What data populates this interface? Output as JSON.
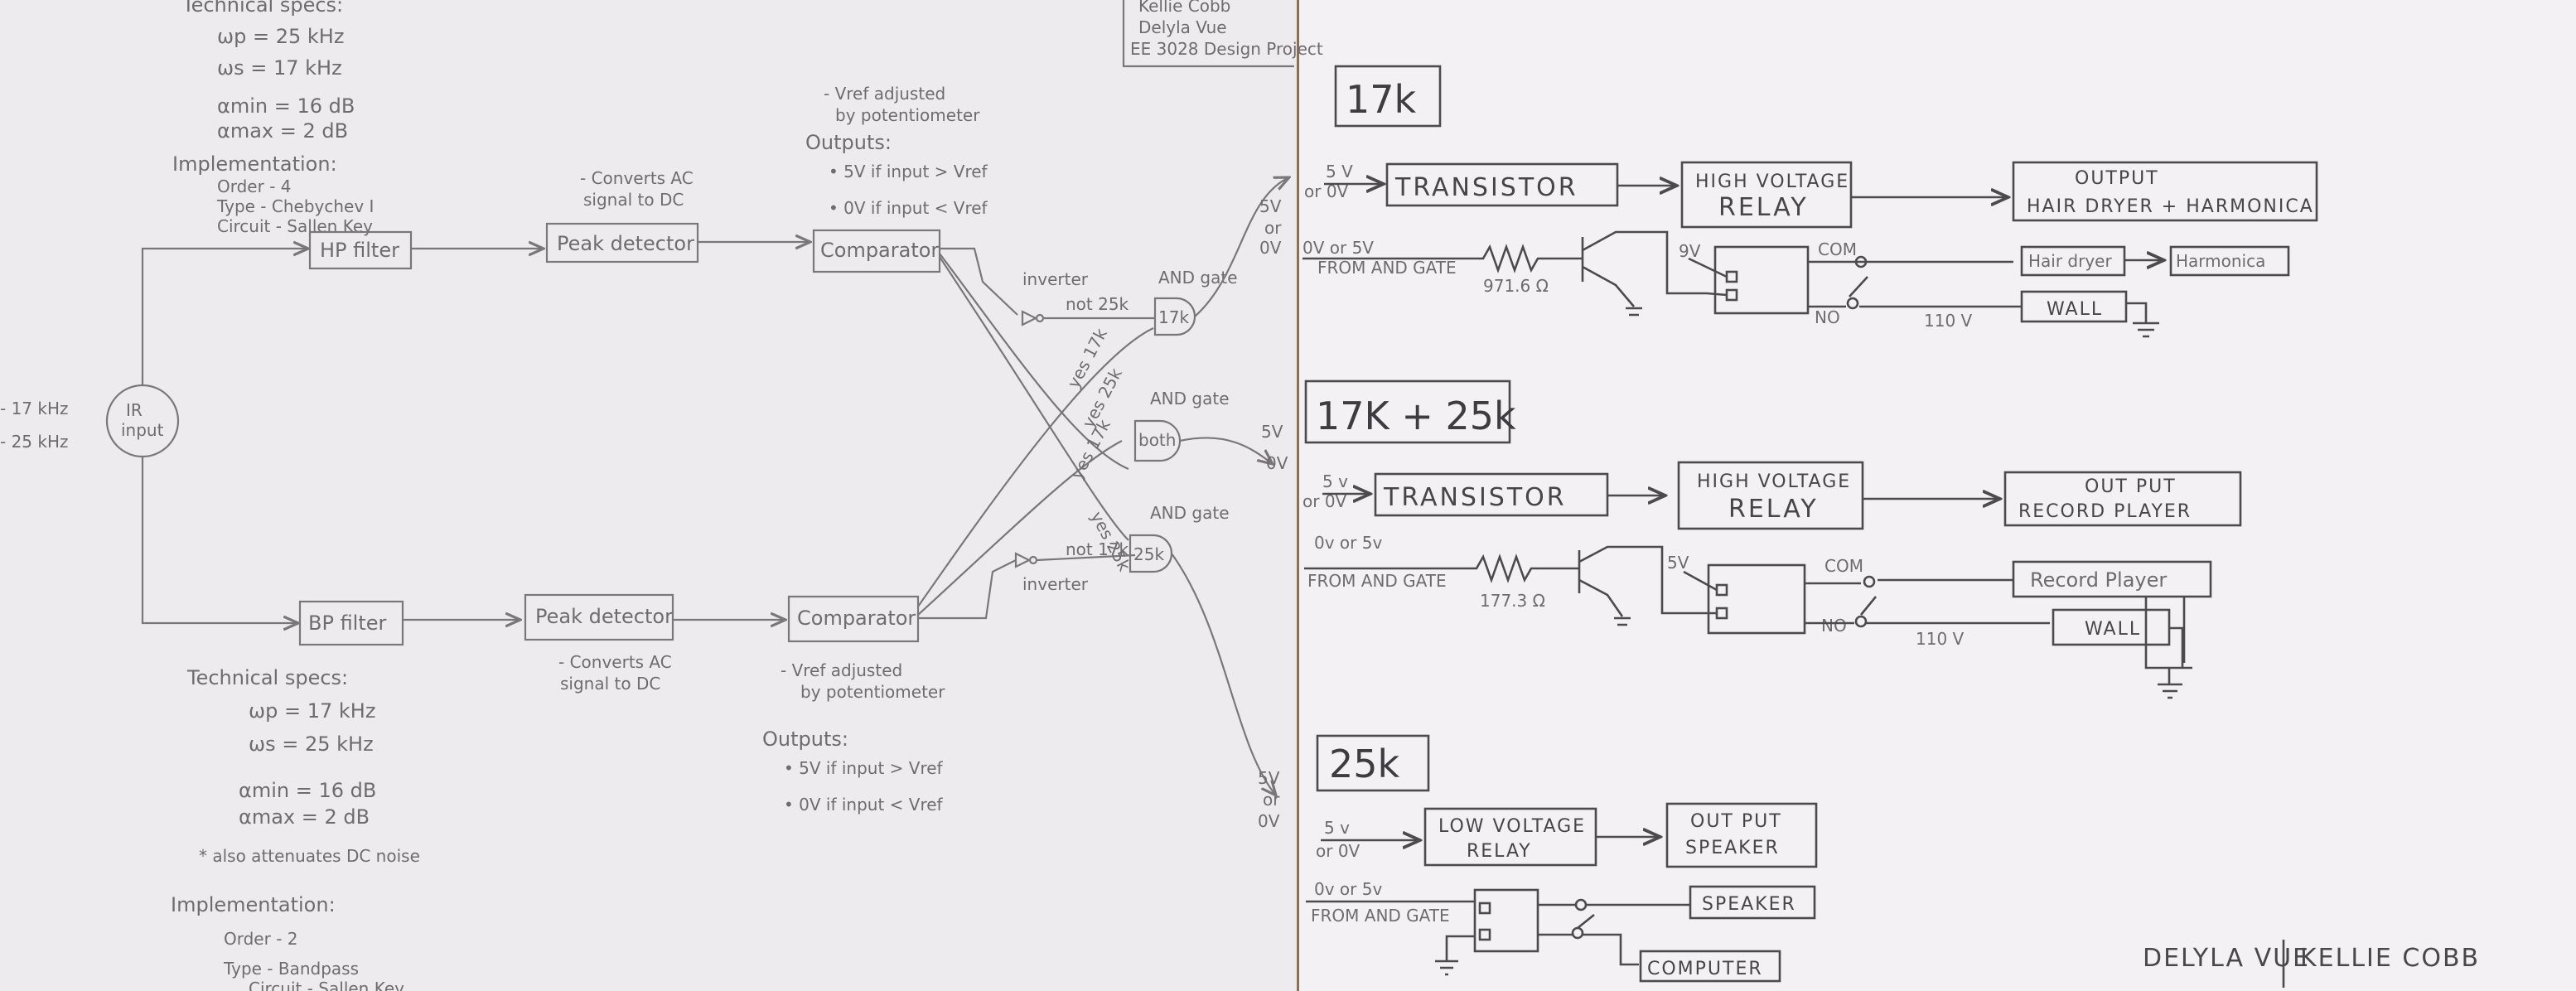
{
  "left": {
    "top_specs": {
      "heading": "Technical specs:",
      "lines": [
        "ωp = 25 kHz",
        "ωs = 17 kHz",
        "αmin = 16 dB",
        "αmax = 2 dB"
      ],
      "impl_heading": "Implementation:",
      "impl_lines": [
        "Order - 4",
        "Type - Chebychev I",
        "Circuit - Sallen Key"
      ]
    },
    "input": {
      "label": "IR input",
      "freq1": "- 17 kHz",
      "freq2": "- 25 kHz"
    },
    "hp_filter": "HP filter",
    "bp_filter": "BP filter",
    "peak_detector_top": "Peak detector",
    "peak_detector_bottom": "Peak detector",
    "peak_note_top": [
      "- Converts AC",
      "signal to DC"
    ],
    "peak_note_bottom": [
      "- Converts AC",
      "signal to DC"
    ],
    "comparator_top": "Comparator",
    "comparator_bottom": "Comparator",
    "vref_note_top": [
      "- Vref adjusted",
      "by potentiometer"
    ],
    "outputs_top": {
      "heading": "Outputs:",
      "lines": [
        "• 5V if input > Vref",
        "• 0V if input < Vref"
      ]
    },
    "vref_note_bottom": [
      "- Vref adjusted",
      "by potentiometer"
    ],
    "outputs_bottom": {
      "heading": "Outputs:",
      "lines": [
        "• 5V if input > Vref",
        "• 0V if input < Vref"
      ]
    },
    "inverter_top": "inverter",
    "inverter_bottom": "inverter",
    "not_25k": "not 25k",
    "not_17k": "not 17k",
    "and_gate_labels": [
      "AND gate",
      "AND gate",
      "AND gate"
    ],
    "gate_17k": "17k",
    "gate_both": "both",
    "gate_25k": "25k",
    "wire_labels": [
      "yes 17k",
      "yes 25k",
      "yes 17k",
      "yes 25k"
    ],
    "out_5v_0v": [
      "5V",
      "or",
      "0V"
    ],
    "author_box": [
      "Kellie Cobb",
      "Delyla Vue",
      "EE 3028 Design Project"
    ],
    "bottom_specs": {
      "heading": "Technical specs:",
      "lines": [
        "ωp = 17 kHz",
        "ωs = 25 kHz",
        "αmin = 16 dB",
        "αmax = 2 dB",
        "* also attenuates DC noise"
      ],
      "impl_heading": "Implementation:",
      "impl_lines": [
        "Order - 2",
        "Type - Bandpass",
        "Circuit - Sallen Key"
      ]
    }
  },
  "right": {
    "section_17k": {
      "title": "17k",
      "input": [
        "5 V",
        "or 0V"
      ],
      "transistor": "TRANSISTOR",
      "relay": [
        "HIGH VOLTAGE",
        "RELAY"
      ],
      "output": [
        "OUTPUT",
        "HAIR DRYER + HARMONICA"
      ],
      "signal": [
        "0V or 5V",
        "FROM AND GATE"
      ],
      "resistor": "971.6 Ω",
      "v_label": "9V",
      "com": "COM",
      "no": "NO",
      "voltage": "110 V",
      "device1": "Hair dryer",
      "device2": "Harmonica",
      "wall": "WALL"
    },
    "section_both": {
      "title": "17K + 25k",
      "input": [
        "5 v",
        "or 0V"
      ],
      "transistor": "TRANSISTOR",
      "relay": [
        "HIGH VOLTAGE",
        "RELAY"
      ],
      "output": [
        "OUT PUT",
        "RECORD PLAYER"
      ],
      "signal": [
        "0v or 5v",
        "FROM AND GATE"
      ],
      "resistor": "177.3 Ω",
      "v_label": "5V",
      "com": "COM",
      "no": "NO",
      "voltage": "110 V",
      "device": "Record Player",
      "wall": "WALL"
    },
    "section_25k": {
      "title": "25k",
      "input": [
        "5 v",
        "or 0V"
      ],
      "relay": [
        "LOW VOLTAGE",
        "RELAY"
      ],
      "output": [
        "OUT PUT",
        "SPEAKER"
      ],
      "signal": [
        "0v or 5v",
        "FROM AND GATE"
      ],
      "device1": "SPEAKER",
      "device2": "COMPUTER"
    },
    "signature": [
      "DELYLA VUE",
      "KELLIE COBB"
    ]
  }
}
